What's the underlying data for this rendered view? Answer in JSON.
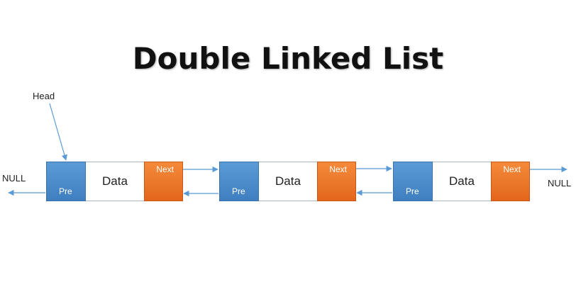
{
  "title": "Double Linked List",
  "head_label": "Head",
  "null_left": "NULL",
  "null_right": "NULL",
  "nodes": [
    {
      "pre": "Pre",
      "data": "Data",
      "next": "Next"
    },
    {
      "pre": "Pre",
      "data": "Data",
      "next": "Next"
    },
    {
      "pre": "Pre",
      "data": "Data",
      "next": "Next"
    }
  ],
  "colors": {
    "pre": "#5b9bd5",
    "next": "#f07c2b",
    "arrow": "#5b9bd5"
  }
}
